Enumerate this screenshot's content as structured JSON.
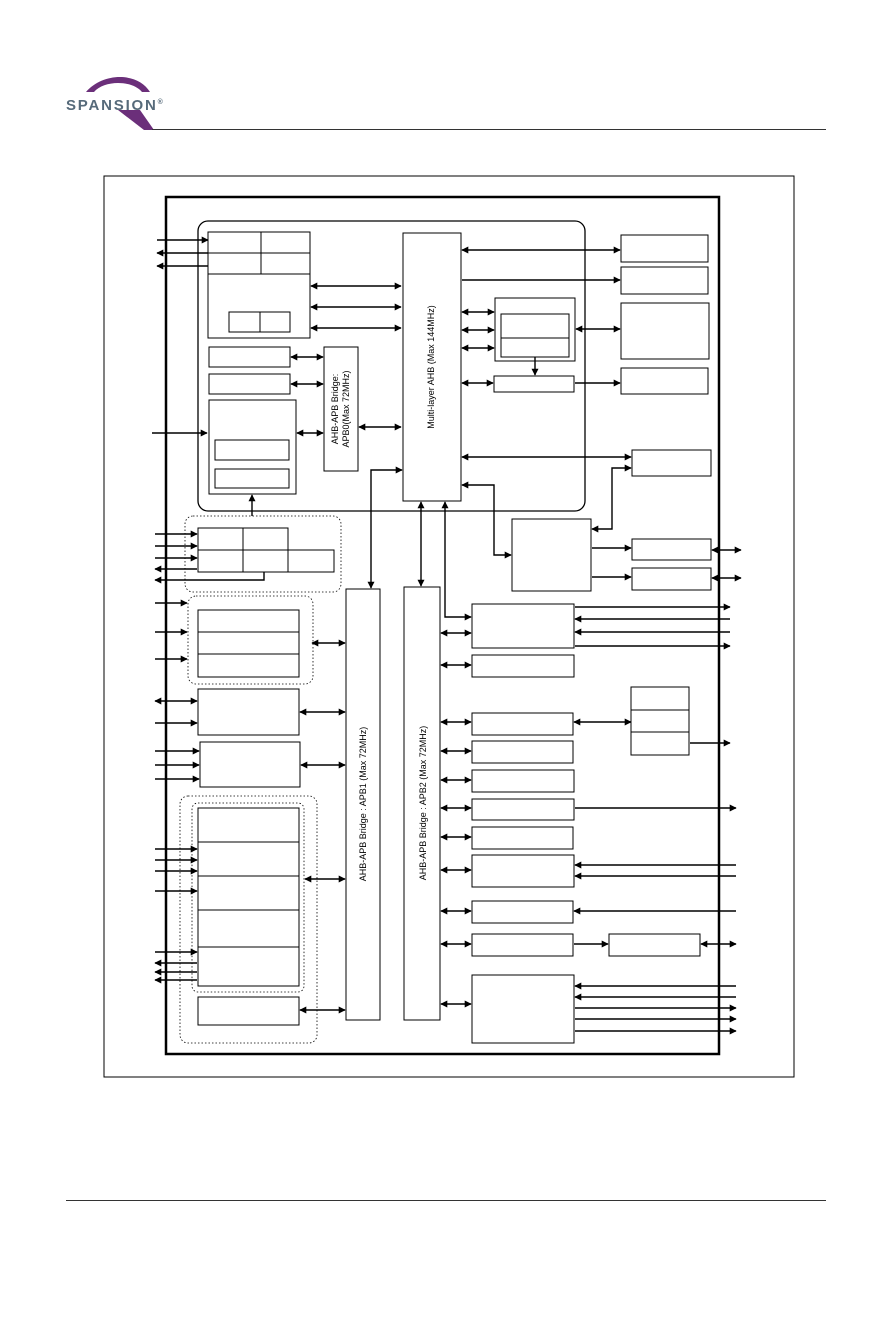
{
  "header": {
    "brand": "SPANSION",
    "registered_mark": "®",
    "brand_color": "#566a7a",
    "swoosh_color": "#6b2f7a"
  },
  "diagram": {
    "main_bus": "Multi-layer AHB (Max 144MHz)",
    "apb0_bridge": [
      "AHB-APB Bridge:",
      "APB0(Max 72MHz)"
    ],
    "apb1_bridge": "AHB-APB Bridge : APB1 (Max 72MHz)",
    "apb2_bridge": "AHB-APB Bridge : APB2 (Max 72MHz)"
  }
}
